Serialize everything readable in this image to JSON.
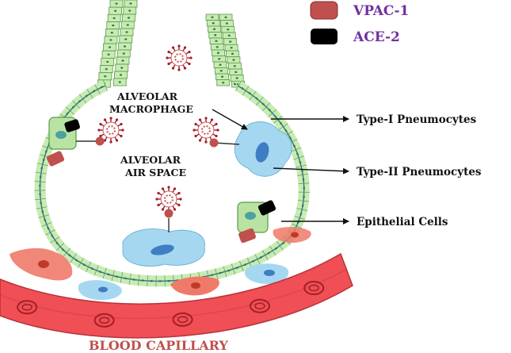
{
  "legend": [
    {
      "label": "VPAC-1",
      "swatch_color": "#c0504d",
      "text_color": "#7030a0"
    },
    {
      "label": "ACE-2",
      "swatch_color": "#000000",
      "text_color": "#7030a0"
    }
  ],
  "labels": {
    "macrophage_line1": "ALVEOLAR",
    "macrophage_line2": "MACROPHAGE",
    "air_space_line1": "ALVEOLAR",
    "air_space_line2": "AIR SPACE"
  },
  "callouts": [
    {
      "label": "Type-I Pneumocytes"
    },
    {
      "label": "Type-II Pneumocytes"
    },
    {
      "label": "Epithelial Cells"
    }
  ],
  "footer": {
    "label": "BLOOD CAPILLARY",
    "color": "#c0504d"
  },
  "colors": {
    "epithelium_fill": "#c8ebb4",
    "epithelium_stroke": "#5a9a4a",
    "wall_outline": "#2f6fa0",
    "pneumocyte_fill": "#a5d8f0",
    "pneumocyte_nucleus": "#3f7ec4",
    "capillary": "#ef4f55",
    "rbc_ring": "#a31f25",
    "virus_body": "#c85a5a",
    "virus_spike": "#a01f2a",
    "macrophage_fill": "#f07a6a",
    "macrophage_nucleus": "#c0392b"
  },
  "icons": [
    "virus-icon",
    "vpac1-receptor-icon",
    "ace2-receptor-icon",
    "arrow-icon"
  ]
}
